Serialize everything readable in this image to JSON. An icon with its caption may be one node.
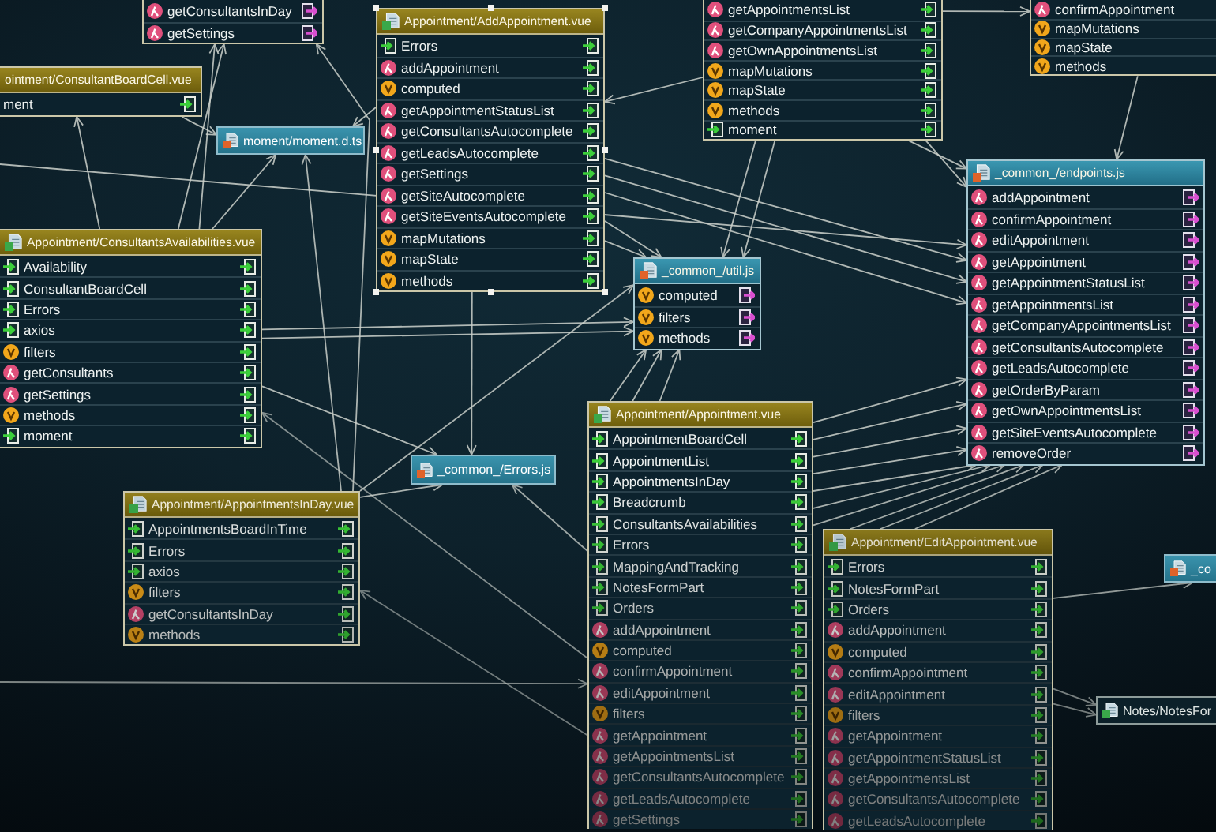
{
  "diagram": {
    "nodes": [
      {
        "text": [
          "getConsultantsInDay",
          "getSettings"
        ]
      },
      {
        "text": [
          "Appointment/AddAppointment.vue",
          "Errors",
          "addAppointment",
          "computed",
          "getAppointmentStatusList",
          "getConsultantsAutocomplete",
          "getLeadsAutocomplete",
          "getSettings",
          "getSiteAutocomplete",
          "getSiteEventsAutocomplete",
          "mapMutations",
          "mapState",
          "methods"
        ]
      },
      {
        "text": [
          "getAppointmentsList",
          "getCompanyAppointmentsList",
          "getOwnAppointmentsList",
          "mapMutations",
          "mapState",
          "methods",
          "moment"
        ]
      },
      {
        "text": [
          "confirmAppointment",
          "mapMutations",
          "mapState",
          "methods"
        ]
      },
      {
        "text": [
          "ointment/ConsultantBoardCell.vue",
          "ment"
        ]
      },
      {
        "text": [
          "moment/moment.d.ts"
        ]
      },
      {
        "text": [
          "_common_/endpoints.js",
          "addAppointment",
          "confirmAppointment",
          "editAppointment",
          "getAppointment",
          "getAppointmentStatusList",
          "getAppointmentsList",
          "getCompanyAppointmentsList",
          "getConsultantsAutocomplete",
          "getLeadsAutocomplete",
          "getOrderByParam",
          "getOwnAppointmentsList",
          "getSiteEventsAutocomplete",
          "removeOrder"
        ]
      },
      {
        "text": [
          "Appointment/ConsultantsAvailabilities.vue",
          "Availability",
          "ConsultantBoardCell",
          "Errors",
          "axios",
          "filters",
          "getConsultants",
          "getSettings",
          "methods",
          "moment"
        ]
      },
      {
        "text": [
          "_common_/util.js",
          "computed",
          "filters",
          "methods"
        ]
      },
      {
        "text": [
          "Appointment/Appointment.vue",
          "AppointmentBoardCell",
          "AppointmentList",
          "AppointmentsInDay",
          "Breadcrumb",
          "ConsultantsAvailabilities",
          "Errors",
          "MappingAndTracking",
          "NotesFormPart",
          "Orders",
          "addAppointment",
          "computed",
          "confirmAppointment",
          "editAppointment",
          "filters",
          "getAppointment",
          "getAppointmentsList",
          "getConsultantsAutocomplete",
          "getLeadsAutocomplete",
          "getSettings"
        ]
      },
      {
        "text": [
          "_common_/Errors.js"
        ]
      },
      {
        "text": [
          "Appointment/AppointmentsInDay.vue",
          "AppointmentsBoardInTime",
          "Errors",
          "axios",
          "filters",
          "getConsultantsInDay",
          "methods"
        ]
      },
      {
        "text": [
          "Appointment/EditAppointment.vue",
          "Errors",
          "NotesFormPart",
          "Orders",
          "addAppointment",
          "computed",
          "confirmAppointment",
          "editAppointment",
          "filters",
          "getAppointment",
          "getAppointmentStatusList",
          "getAppointmentsList",
          "getConsultantsAutocomplete",
          "getLeadsAutocomplete"
        ]
      },
      {
        "text": [
          "_co"
        ]
      },
      {
        "text": [
          "Notes/NotesFor"
        ]
      }
    ],
    "edges": [
      {
        "from": 7,
        "to": 4,
        "arrow": "to"
      },
      {
        "from": 4,
        "to": 5,
        "arrow": "to"
      },
      {
        "from": 7,
        "to": 5,
        "arrow": "to"
      },
      {
        "from": 11,
        "to": 5,
        "arrow": "to"
      },
      {
        "from": 1,
        "to": 5,
        "arrow": "to"
      },
      {
        "from": 7,
        "to": 0,
        "arrow": "to"
      },
      {
        "from": 11,
        "to": 0,
        "arrow": "to"
      },
      {
        "from": 7,
        "to": 0,
        "arrow": "to"
      },
      {
        "from": 1,
        "to": 6,
        "arrow": "to"
      },
      {
        "from": 1,
        "to": 6,
        "arrow": "to"
      },
      {
        "from": 1,
        "to": 6,
        "arrow": "to"
      },
      {
        "from": 7,
        "to": 8,
        "arrow": "to"
      },
      {
        "from": 7,
        "to": 8,
        "arrow": "to"
      },
      {
        "from": 2,
        "to": 6,
        "arrow": "to"
      },
      {
        "from": 2,
        "to": 6,
        "arrow": "to"
      },
      {
        "from": 3,
        "to": 6,
        "arrow": "to"
      },
      {
        "from": 2,
        "to": 8,
        "arrow": "to"
      },
      {
        "from": 2,
        "to": 8,
        "arrow": "to"
      },
      {
        "from": 1,
        "to": 8,
        "arrow": "to"
      },
      {
        "from": 1,
        "to": 8,
        "arrow": "to"
      },
      {
        "from": 1,
        "to": 10,
        "arrow": "to"
      },
      {
        "from": 7,
        "to": 10,
        "arrow": "to"
      },
      {
        "from": 11,
        "to": 10,
        "arrow": "to"
      },
      {
        "from": 9,
        "to": 10,
        "arrow": "to"
      },
      {
        "from": 9,
        "to": 7,
        "arrow": "to"
      },
      {
        "from": 9,
        "to": 11,
        "arrow": "to"
      },
      {
        "from": 9,
        "to": 6,
        "arrow": "to"
      },
      {
        "from": 9,
        "to": 6,
        "arrow": "to"
      },
      {
        "from": 9,
        "to": 6,
        "arrow": "to"
      },
      {
        "from": 9,
        "to": 6,
        "arrow": "to"
      },
      {
        "from": 9,
        "to": 6,
        "arrow": "to"
      },
      {
        "from": 9,
        "to": 6,
        "arrow": "to"
      },
      {
        "from": 9,
        "to": 6,
        "arrow": "to"
      },
      {
        "from": 12,
        "to": 6,
        "arrow": "to"
      },
      {
        "from": 12,
        "to": 6,
        "arrow": "to"
      },
      {
        "from": 12,
        "to": 6,
        "arrow": "to"
      },
      {
        "from": 9,
        "to": 8,
        "arrow": "to"
      },
      {
        "from": 9,
        "to": 8,
        "arrow": "to"
      },
      {
        "from": 9,
        "to": 8,
        "arrow": "to"
      },
      {
        "from": 11,
        "to": 8,
        "arrow": "to"
      },
      {
        "from": 12,
        "to": 14,
        "arrow": "to"
      },
      {
        "from": 12,
        "to": 14,
        "arrow": "to"
      },
      {
        "from": 12,
        "to": 13,
        "arrow": "to"
      },
      {
        "from": 2,
        "to": 1,
        "arrow": "to"
      },
      {
        "from": 2,
        "to": 3,
        "arrow": "to"
      },
      {
        "from": null,
        "to": 6,
        "arrow": "to"
      },
      {
        "from": null,
        "to": 9,
        "arrow": "to"
      }
    ]
  }
}
